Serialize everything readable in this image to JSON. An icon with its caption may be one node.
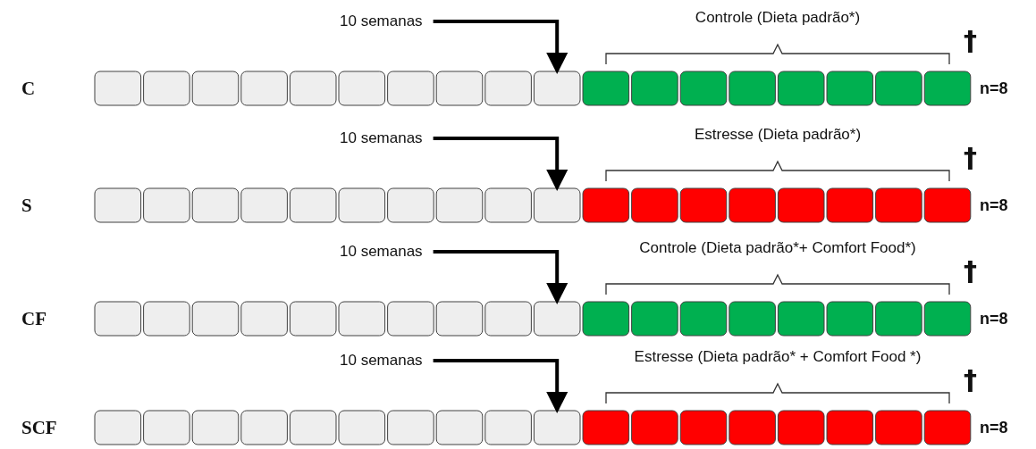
{
  "diagram": {
    "nodes": [
      {
        "text": [
          "10 semanas"
        ]
      },
      {
        "text": [],
        "shape": "box"
      },
      {
        "text": [],
        "shape": "box"
      },
      {
        "text": [],
        "shape": "box"
      },
      {
        "text": [],
        "shape": "box"
      },
      {
        "text": [],
        "shape": "box"
      },
      {
        "text": [],
        "shape": "box"
      },
      {
        "text": [],
        "shape": "box"
      },
      {
        "text": [],
        "shape": "box"
      },
      {
        "text": [],
        "shape": "box"
      },
      {
        "text": [],
        "shape": "box"
      },
      {
        "text": [],
        "shape": "box"
      },
      {
        "text": [],
        "shape": "box"
      },
      {
        "text": [],
        "shape": "box"
      },
      {
        "text": [],
        "shape": "box"
      },
      {
        "text": [],
        "shape": "box"
      },
      {
        "text": [],
        "shape": "box"
      },
      {
        "text": [],
        "shape": "box"
      },
      {
        "text": [],
        "shape": "box"
      },
      {
        "text": [
          "10 semanas"
        ]
      },
      {
        "text": [],
        "shape": "box"
      },
      {
        "text": [],
        "shape": "box"
      },
      {
        "text": [],
        "shape": "box"
      },
      {
        "text": [],
        "shape": "box"
      },
      {
        "text": [],
        "shape": "box"
      },
      {
        "text": [],
        "shape": "box"
      },
      {
        "text": [],
        "shape": "box"
      },
      {
        "text": [],
        "shape": "box"
      },
      {
        "text": [],
        "shape": "box"
      },
      {
        "text": [],
        "shape": "box"
      },
      {
        "text": [],
        "shape": "box"
      },
      {
        "text": [],
        "shape": "box"
      },
      {
        "text": [],
        "shape": "box"
      },
      {
        "text": [],
        "shape": "box"
      },
      {
        "text": [],
        "shape": "box"
      },
      {
        "text": [],
        "shape": "box"
      },
      {
        "text": [],
        "shape": "box"
      },
      {
        "text": [],
        "shape": "box"
      },
      {
        "text": [
          "10 semanas"
        ]
      },
      {
        "text": [],
        "shape": "box"
      },
      {
        "text": [],
        "shape": "box"
      },
      {
        "text": [],
        "shape": "box"
      },
      {
        "text": [],
        "shape": "box"
      },
      {
        "text": [],
        "shape": "box"
      },
      {
        "text": [],
        "shape": "box"
      },
      {
        "text": [],
        "shape": "box"
      },
      {
        "text": [],
        "shape": "box"
      },
      {
        "text": [],
        "shape": "box"
      },
      {
        "text": [],
        "shape": "box"
      },
      {
        "text": [],
        "shape": "box"
      },
      {
        "text": [],
        "shape": "box"
      },
      {
        "text": [],
        "shape": "box"
      },
      {
        "text": [],
        "shape": "box"
      },
      {
        "text": [],
        "shape": "box"
      },
      {
        "text": [],
        "shape": "box"
      },
      {
        "text": [],
        "shape": "box"
      },
      {
        "text": [],
        "shape": "box"
      },
      {
        "text": [
          "10 semanas"
        ]
      },
      {
        "text": [],
        "shape": "box"
      },
      {
        "text": [],
        "shape": "box"
      },
      {
        "text": [],
        "shape": "box"
      },
      {
        "text": [],
        "shape": "box"
      },
      {
        "text": [],
        "shape": "box"
      },
      {
        "text": [],
        "shape": "box"
      },
      {
        "text": [],
        "shape": "box"
      },
      {
        "text": [],
        "shape": "box"
      },
      {
        "text": [],
        "shape": "box"
      },
      {
        "text": [],
        "shape": "box"
      },
      {
        "text": [],
        "shape": "box"
      },
      {
        "text": [],
        "shape": "box"
      },
      {
        "text": [],
        "shape": "box"
      },
      {
        "text": [],
        "shape": "box"
      },
      {
        "text": [],
        "shape": "box"
      },
      {
        "text": [],
        "shape": "box"
      },
      {
        "text": [],
        "shape": "box"
      },
      {
        "text": [],
        "shape": "box"
      }
    ],
    "edges": [
      {
        "from": 0,
        "to": 10,
        "arrow": "to"
      },
      {
        "from": 19,
        "to": 29,
        "arrow": "to"
      },
      {
        "from": 38,
        "to": 48,
        "arrow": "to"
      },
      {
        "from": 57,
        "to": 67,
        "arrow": "to"
      }
    ],
    "labels": [
      "Controle (Dieta padrão*)",
      "†",
      "C",
      "n=8",
      "Estresse (Dieta padrão*)",
      "†",
      "S",
      "n=8",
      "Controle (Dieta padrão*+ Comfort Food*)",
      "†",
      "CF",
      "n=8",
      "Estresse (Dieta padrão* + Comfort Food *)",
      "†",
      "SCF",
      "n=8"
    ]
  }
}
